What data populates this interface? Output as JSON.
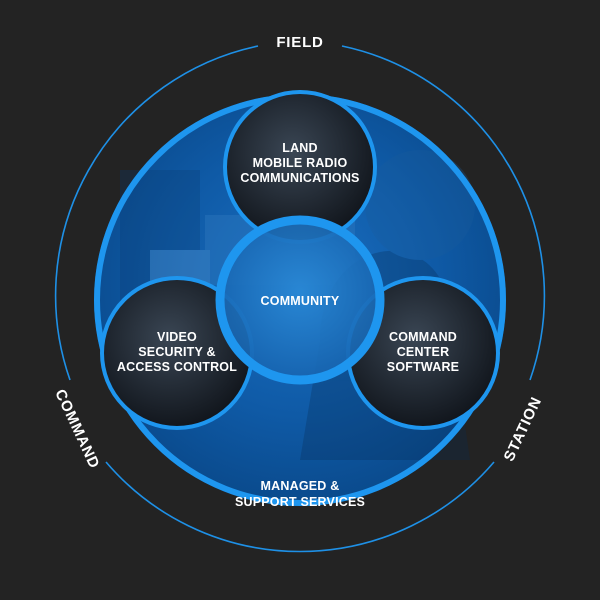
{
  "colors": {
    "background": "#232323",
    "ring_blue": "#1e90e6",
    "fill_blue": "#0d5aa8",
    "photo_dark": "#0b2a4a"
  },
  "outer_ring": {
    "top_label": "FIELD",
    "left_label": "COMMAND",
    "right_label": "STATION"
  },
  "main_circle": {
    "bottom_label_lines": [
      "MANAGED &",
      "SUPPORT SERVICES"
    ]
  },
  "nodes": {
    "top": {
      "lines": [
        "LAND",
        "MOBILE RADIO",
        "COMMUNICATIONS"
      ]
    },
    "left": {
      "lines": [
        "VIDEO",
        "SECURITY &",
        "ACCESS CONTROL"
      ]
    },
    "right": {
      "lines": [
        "COMMAND",
        "CENTER",
        "SOFTWARE"
      ]
    },
    "center": {
      "lines": [
        "COMMUNITY"
      ]
    }
  }
}
